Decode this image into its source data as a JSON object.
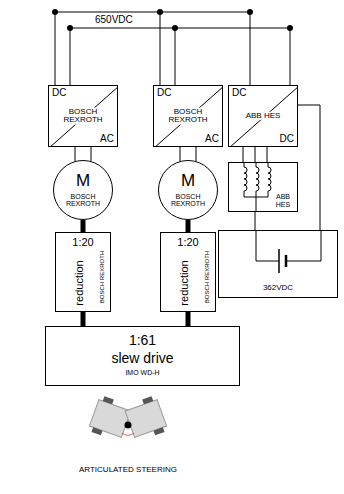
{
  "diagram": {
    "nodes": [
      {
        "text": [
          "DC",
          "BOSCH REXROTH",
          "AC"
        ]
      },
      {
        "text": [
          "DC",
          "BOSCH REXROTH",
          "AC"
        ]
      },
      {
        "text": [
          "DC",
          "ABB HES",
          "DC"
        ]
      },
      {
        "text": [
          "M",
          "BOSCH REXROTH"
        ]
      },
      {
        "text": [
          "M",
          "BOSCH REXROTH"
        ]
      },
      {
        "text": [
          "ABB HES"
        ]
      },
      {
        "text": [
          "1:20",
          "reduction",
          "BOSCH REXROTH"
        ]
      },
      {
        "text": [
          "1:20",
          "reduction",
          "BOSCH REXROTH"
        ]
      },
      {
        "text": [
          "362VDC"
        ]
      },
      {
        "text": [
          "1:61",
          "slew drive",
          "IMO WD-H"
        ]
      }
    ],
    "edges": [
      {
        "from": 0,
        "to": 3,
        "arrow": "none"
      },
      {
        "from": 1,
        "to": 4,
        "arrow": "none"
      },
      {
        "from": 2,
        "to": 5,
        "arrow": "none"
      },
      {
        "from": 3,
        "to": 6,
        "arrow": "none"
      },
      {
        "from": 4,
        "to": 7,
        "arrow": "none"
      },
      {
        "from": 6,
        "to": 9,
        "arrow": "none"
      },
      {
        "from": 7,
        "to": 9,
        "arrow": "none"
      },
      {
        "from": 5,
        "to": 8,
        "arrow": "none"
      },
      {
        "from": 2,
        "to": 8,
        "arrow": "none"
      }
    ],
    "labels": [
      "650VDC",
      "ARTICULATED STEERING"
    ]
  }
}
